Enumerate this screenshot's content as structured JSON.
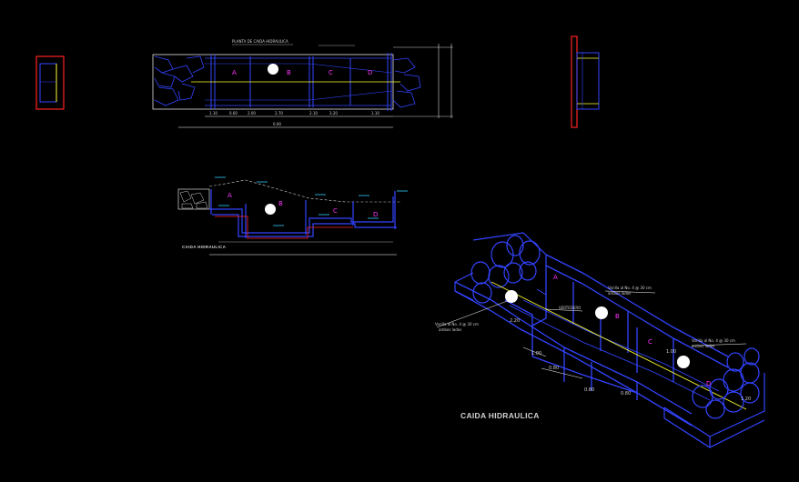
{
  "colors": {
    "background": "#000000",
    "outline_blue": "#3344ff",
    "red": "#ff2222",
    "yellow": "#ffff33",
    "cyan": "#33ccff",
    "magenta": "#ff33ff",
    "white": "#ffffff"
  },
  "plan": {
    "title": "PLANTA DE CAIDA HIDRAULICA",
    "sections": [
      "A",
      "B",
      "C",
      "D"
    ],
    "dims_bottom": [
      "1.10",
      "0.60",
      "2.00",
      "2.70",
      "2.10",
      "3.20",
      "1.10"
    ],
    "total": "0.00"
  },
  "profile": {
    "title": "CAIDA HIDRAULICA",
    "sections": [
      "A",
      "B",
      "C",
      "D"
    ]
  },
  "iso": {
    "title": "CAIDA HIDRAULICA",
    "sections": [
      "A",
      "B",
      "C",
      "D"
    ],
    "dims": [
      "2.20",
      "1.00",
      "0.80",
      "0.80",
      "0.80",
      "1.00",
      "1.20"
    ]
  }
}
